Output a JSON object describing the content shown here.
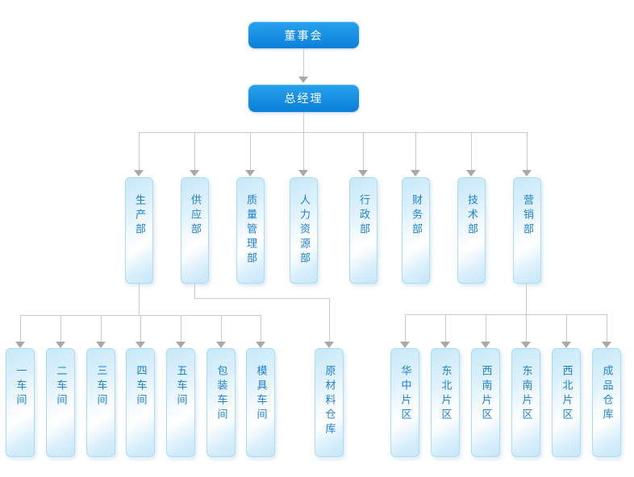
{
  "colors": {
    "button_top": "#27a2ee",
    "button_bottom": "#0a80d8",
    "button_text": "#ffffff",
    "box_border": "#aadcf2",
    "box_fill": "#c7e8f9",
    "box_text": "#1d81d6",
    "line": "#c9c9c9",
    "arrow": "#a8a8a8"
  },
  "org": {
    "board": "董事会",
    "general_manager": "总经理",
    "departments": [
      "生产部",
      "供应部",
      "质量管理部",
      "人力资源部",
      "行政部",
      "财务部",
      "技术部",
      "营销部"
    ],
    "production_children": [
      "一车间",
      "二车间",
      "三车间",
      "四车间",
      "五车间",
      "包装车间",
      "模具车间"
    ],
    "supply_children": [
      "原材料仓库"
    ],
    "marketing_children": [
      "华中片区",
      "东北片区",
      "西南片区",
      "东南片区",
      "西北片区",
      "成品仓库"
    ]
  }
}
